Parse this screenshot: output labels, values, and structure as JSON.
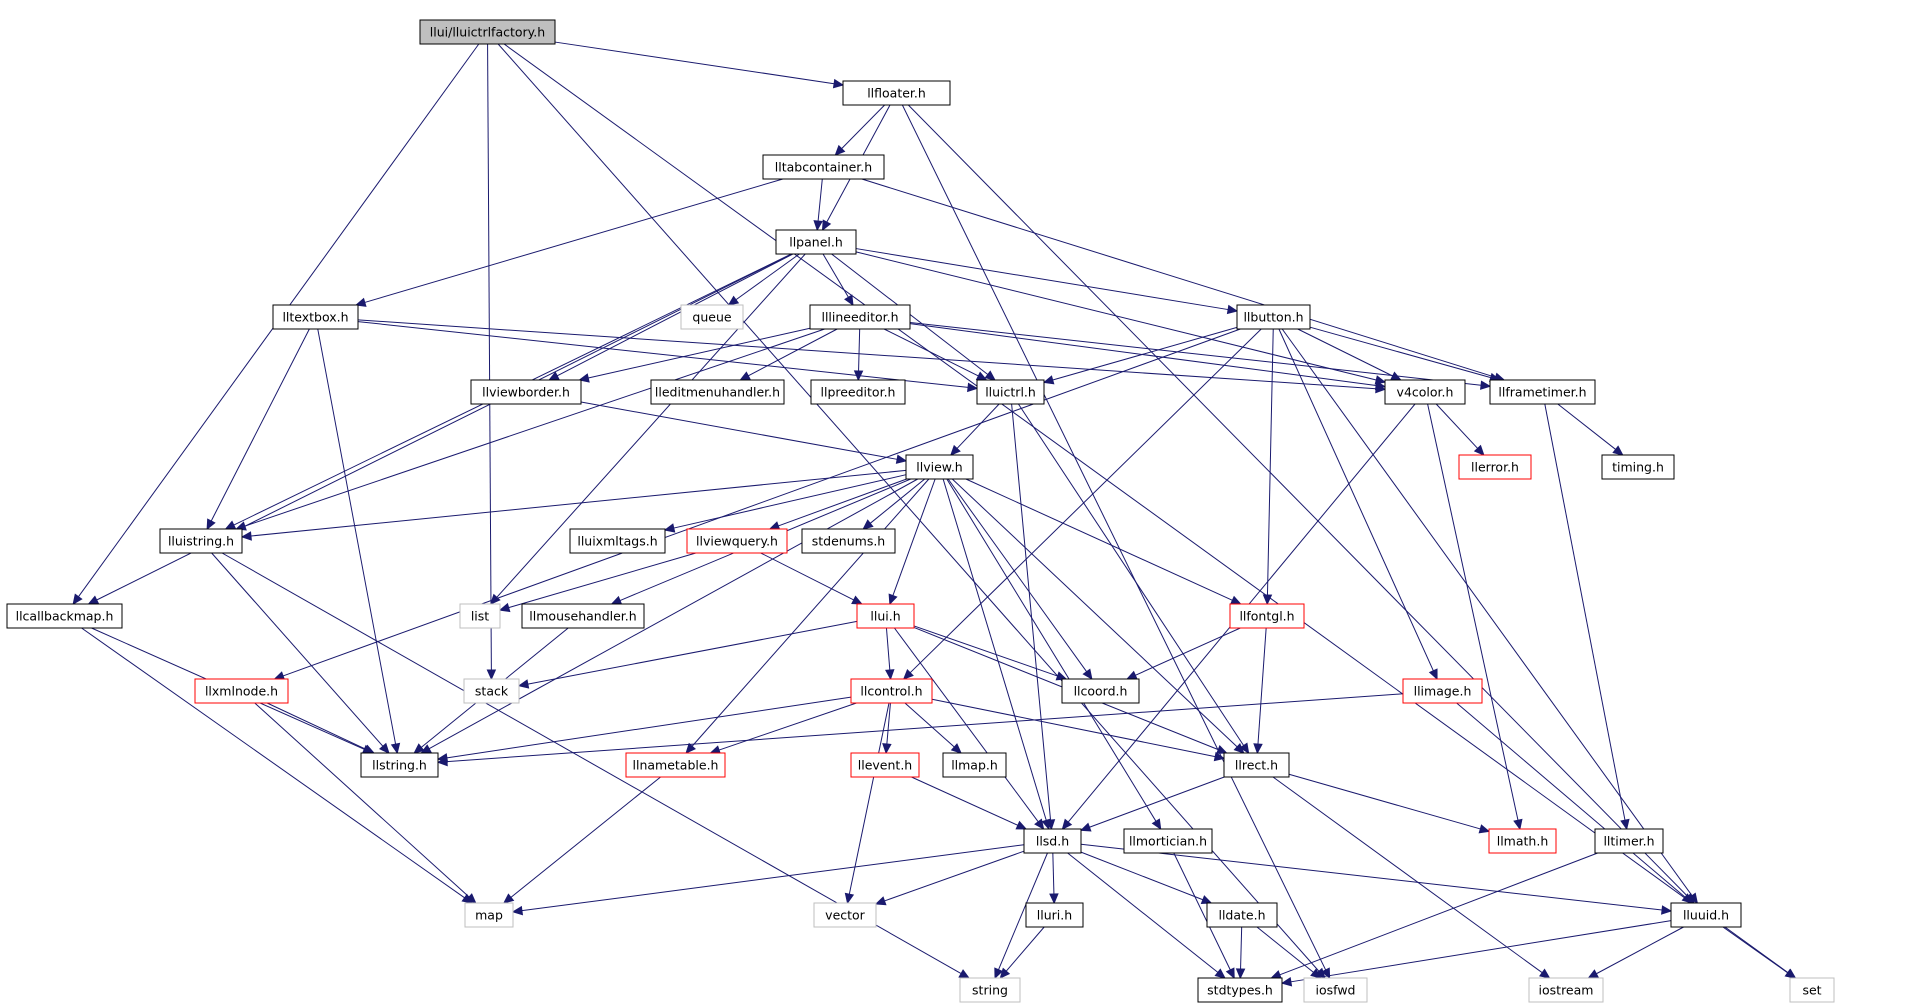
{
  "diagram": {
    "nodes": [
      {
        "id": "n_root",
        "label": "llui/lluictrlfactory.h",
        "style": "root"
      },
      {
        "id": "n_llfloater",
        "label": "llfloater.h",
        "style": "normal"
      },
      {
        "id": "n_lltabcontainer",
        "label": "lltabcontainer.h",
        "style": "normal"
      },
      {
        "id": "n_llpanel",
        "label": "llpanel.h",
        "style": "normal"
      },
      {
        "id": "n_queue",
        "label": "queue",
        "style": "gray"
      },
      {
        "id": "n_lltextbox",
        "label": "lltextbox.h",
        "style": "normal"
      },
      {
        "id": "n_lllineeditor",
        "label": "lllineeditor.h",
        "style": "normal"
      },
      {
        "id": "n_llbutton",
        "label": "llbutton.h",
        "style": "normal"
      },
      {
        "id": "n_llviewborder",
        "label": "llviewborder.h",
        "style": "normal"
      },
      {
        "id": "n_lleditmenuhandler",
        "label": "lleditmenuhandler.h",
        "style": "normal"
      },
      {
        "id": "n_llpreeditor",
        "label": "llpreeditor.h",
        "style": "normal"
      },
      {
        "id": "n_lluictrl",
        "label": "lluictrl.h",
        "style": "normal"
      },
      {
        "id": "n_v4color",
        "label": "v4color.h",
        "style": "normal"
      },
      {
        "id": "n_llframetimer",
        "label": "llframetimer.h",
        "style": "normal"
      },
      {
        "id": "n_llview",
        "label": "llview.h",
        "style": "normal"
      },
      {
        "id": "n_llerror",
        "label": "llerror.h",
        "style": "red"
      },
      {
        "id": "n_timing",
        "label": "timing.h",
        "style": "normal"
      },
      {
        "id": "n_lluistring",
        "label": "lluistring.h",
        "style": "normal"
      },
      {
        "id": "n_lluixmltags",
        "label": "lluixmltags.h",
        "style": "normal"
      },
      {
        "id": "n_llviewquery",
        "label": "llviewquery.h",
        "style": "red"
      },
      {
        "id": "n_stdenums",
        "label": "stdenums.h",
        "style": "normal"
      },
      {
        "id": "n_llcallbackmap",
        "label": "llcallbackmap.h",
        "style": "normal"
      },
      {
        "id": "n_list",
        "label": "list",
        "style": "gray"
      },
      {
        "id": "n_llmousehandler",
        "label": "llmousehandler.h",
        "style": "normal"
      },
      {
        "id": "n_llui",
        "label": "llui.h",
        "style": "red"
      },
      {
        "id": "n_llfontgl",
        "label": "llfontgl.h",
        "style": "red"
      },
      {
        "id": "n_llxmlnode",
        "label": "llxmlnode.h",
        "style": "red"
      },
      {
        "id": "n_stack",
        "label": "stack",
        "style": "gray"
      },
      {
        "id": "n_llcontrol",
        "label": "llcontrol.h",
        "style": "red"
      },
      {
        "id": "n_llcoord",
        "label": "llcoord.h",
        "style": "normal"
      },
      {
        "id": "n_llimage",
        "label": "llimage.h",
        "style": "red"
      },
      {
        "id": "n_llstring",
        "label": "llstring.h",
        "style": "normal"
      },
      {
        "id": "n_llnametable",
        "label": "llnametable.h",
        "style": "red"
      },
      {
        "id": "n_llevent",
        "label": "llevent.h",
        "style": "red"
      },
      {
        "id": "n_llmap",
        "label": "llmap.h",
        "style": "normal"
      },
      {
        "id": "n_llrect",
        "label": "llrect.h",
        "style": "normal"
      },
      {
        "id": "n_llsd",
        "label": "llsd.h",
        "style": "normal"
      },
      {
        "id": "n_llmortician",
        "label": "llmortician.h",
        "style": "normal"
      },
      {
        "id": "n_llmath",
        "label": "llmath.h",
        "style": "red"
      },
      {
        "id": "n_lltimer",
        "label": "lltimer.h",
        "style": "normal"
      },
      {
        "id": "n_map",
        "label": "map",
        "style": "gray"
      },
      {
        "id": "n_vector",
        "label": "vector",
        "style": "gray"
      },
      {
        "id": "n_lluri",
        "label": "lluri.h",
        "style": "normal"
      },
      {
        "id": "n_lldate",
        "label": "lldate.h",
        "style": "normal"
      },
      {
        "id": "n_lluuid",
        "label": "lluuid.h",
        "style": "normal"
      },
      {
        "id": "n_string",
        "label": "string",
        "style": "gray"
      },
      {
        "id": "n_stdtypes",
        "label": "stdtypes.h",
        "style": "normal"
      },
      {
        "id": "n_iosfwd",
        "label": "iosfwd",
        "style": "gray"
      },
      {
        "id": "n_iostream",
        "label": "iostream",
        "style": "gray"
      },
      {
        "id": "n_set",
        "label": "set",
        "style": "gray"
      }
    ],
    "edges": [
      [
        "n_root",
        "n_llfloater"
      ],
      [
        "n_root",
        "n_llcallbackmap"
      ],
      [
        "n_root",
        "n_stack"
      ],
      [
        "n_root",
        "n_iosfwd"
      ],
      [
        "n_root",
        "n_set"
      ],
      [
        "n_llfloater",
        "n_lltabcontainer"
      ],
      [
        "n_llfloater",
        "n_llpanel"
      ],
      [
        "n_llfloater",
        "n_lluuid"
      ],
      [
        "n_llfloater",
        "n_iosfwd"
      ],
      [
        "n_lltabcontainer",
        "n_llpanel"
      ],
      [
        "n_lltabcontainer",
        "n_lltextbox"
      ],
      [
        "n_lltabcontainer",
        "n_llframetimer"
      ],
      [
        "n_llpanel",
        "n_queue"
      ],
      [
        "n_llpanel",
        "n_lllineeditor"
      ],
      [
        "n_llpanel",
        "n_llbutton"
      ],
      [
        "n_llpanel",
        "n_lluictrl"
      ],
      [
        "n_llpanel",
        "n_llviewborder"
      ],
      [
        "n_llpanel",
        "n_lluistring"
      ],
      [
        "n_llpanel",
        "n_llcallbackmap"
      ],
      [
        "n_llpanel",
        "n_list"
      ],
      [
        "n_llpanel",
        "n_v4color"
      ],
      [
        "n_lltextbox",
        "n_lluistring"
      ],
      [
        "n_lltextbox",
        "n_llstring"
      ],
      [
        "n_lltextbox",
        "n_lluictrl"
      ],
      [
        "n_lltextbox",
        "n_v4color"
      ],
      [
        "n_lllineeditor",
        "n_lluictrl"
      ],
      [
        "n_lllineeditor",
        "n_lleditmenuhandler"
      ],
      [
        "n_lllineeditor",
        "n_llpreeditor"
      ],
      [
        "n_lllineeditor",
        "n_llviewborder"
      ],
      [
        "n_lllineeditor",
        "n_v4color"
      ],
      [
        "n_lllineeditor",
        "n_llframetimer"
      ],
      [
        "n_lllineeditor",
        "n_lluistring"
      ],
      [
        "n_llbutton",
        "n_lluictrl"
      ],
      [
        "n_llbutton",
        "n_v4color"
      ],
      [
        "n_llbutton",
        "n_llframetimer"
      ],
      [
        "n_llbutton",
        "n_llfontgl"
      ],
      [
        "n_llbutton",
        "n_llimage"
      ],
      [
        "n_llbutton",
        "n_llcontrol"
      ],
      [
        "n_llbutton",
        "n_lluuid"
      ],
      [
        "n_llbutton",
        "n_llxmlnode"
      ],
      [
        "n_llviewborder",
        "n_llview"
      ],
      [
        "n_lluictrl",
        "n_llview"
      ],
      [
        "n_lluictrl",
        "n_llrect"
      ],
      [
        "n_lluictrl",
        "n_llsd"
      ],
      [
        "n_v4color",
        "n_llerror"
      ],
      [
        "n_v4color",
        "n_llmath"
      ],
      [
        "n_v4color",
        "n_llsd"
      ],
      [
        "n_llframetimer",
        "n_timing"
      ],
      [
        "n_llframetimer",
        "n_lltimer"
      ],
      [
        "n_llview",
        "n_lluistring"
      ],
      [
        "n_llview",
        "n_lluixmltags"
      ],
      [
        "n_llview",
        "n_llviewquery"
      ],
      [
        "n_llview",
        "n_stdenums"
      ],
      [
        "n_llview",
        "n_llui"
      ],
      [
        "n_llview",
        "n_llfontgl"
      ],
      [
        "n_llview",
        "n_llcoord"
      ],
      [
        "n_llview",
        "n_llrect"
      ],
      [
        "n_llview",
        "n_llsd"
      ],
      [
        "n_llview",
        "n_llmortician"
      ],
      [
        "n_llview",
        "n_llstring"
      ],
      [
        "n_llview",
        "n_llmousehandler"
      ],
      [
        "n_llview",
        "n_llnametable"
      ],
      [
        "n_llviewquery",
        "n_list"
      ],
      [
        "n_llviewquery",
        "n_llui"
      ],
      [
        "n_lluistring",
        "n_llstring"
      ],
      [
        "n_lluistring",
        "n_string"
      ],
      [
        "n_llcallbackmap",
        "n_map"
      ],
      [
        "n_llcallbackmap",
        "n_llstring"
      ],
      [
        "n_llmousehandler",
        "n_llstring"
      ],
      [
        "n_llui",
        "n_stack"
      ],
      [
        "n_llui",
        "n_llcontrol"
      ],
      [
        "n_llui",
        "n_llcoord"
      ],
      [
        "n_llui",
        "n_llrect"
      ],
      [
        "n_llui",
        "n_llsd"
      ],
      [
        "n_llfontgl",
        "n_llcoord"
      ],
      [
        "n_llfontgl",
        "n_llrect"
      ],
      [
        "n_llxmlnode",
        "n_llstring"
      ],
      [
        "n_llxmlnode",
        "n_map"
      ],
      [
        "n_llcontrol",
        "n_llstring"
      ],
      [
        "n_llcontrol",
        "n_llnametable"
      ],
      [
        "n_llcontrol",
        "n_llevent"
      ],
      [
        "n_llcontrol",
        "n_llmap"
      ],
      [
        "n_llcontrol",
        "n_llrect"
      ],
      [
        "n_llcontrol",
        "n_vector"
      ],
      [
        "n_llimage",
        "n_llstring"
      ],
      [
        "n_llimage",
        "n_lluuid"
      ],
      [
        "n_llnametable",
        "n_map"
      ],
      [
        "n_llevent",
        "n_llsd"
      ],
      [
        "n_llrect",
        "n_llsd"
      ],
      [
        "n_llrect",
        "n_llmath"
      ],
      [
        "n_llrect",
        "n_iostream"
      ],
      [
        "n_llsd",
        "n_map"
      ],
      [
        "n_llsd",
        "n_vector"
      ],
      [
        "n_llsd",
        "n_lluri"
      ],
      [
        "n_llsd",
        "n_lldate"
      ],
      [
        "n_llsd",
        "n_lluuid"
      ],
      [
        "n_llsd",
        "n_string"
      ],
      [
        "n_llsd",
        "n_stdtypes"
      ],
      [
        "n_llmortician",
        "n_stdtypes"
      ],
      [
        "n_lltimer",
        "n_stdtypes"
      ],
      [
        "n_lluri",
        "n_string"
      ],
      [
        "n_lldate",
        "n_stdtypes"
      ],
      [
        "n_lldate",
        "n_iosfwd"
      ],
      [
        "n_lluuid",
        "n_stdtypes"
      ],
      [
        "n_lluuid",
        "n_iostream"
      ],
      [
        "n_lluuid",
        "n_set"
      ]
    ]
  }
}
